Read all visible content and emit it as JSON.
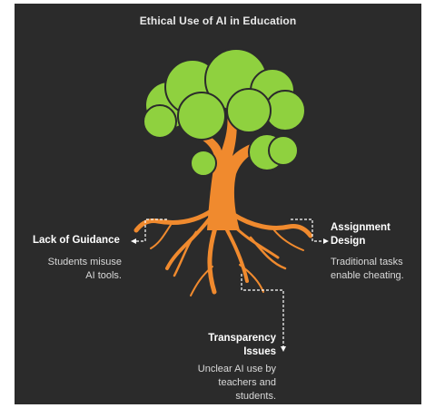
{
  "title": "Ethical Use of AI in Education",
  "colors": {
    "background": "#2b2b2b",
    "foliage": "#8fd13f",
    "trunk": "#f08a2e",
    "connector": "#ffffff"
  },
  "items": [
    {
      "heading": "Lack of Guidance",
      "description_lines": [
        "Students misuse",
        "AI tools."
      ]
    },
    {
      "heading_lines": [
        "Assignment",
        "Design"
      ],
      "description_lines": [
        "Traditional tasks",
        "enable cheating."
      ]
    },
    {
      "heading_lines": [
        "Transparency",
        "Issues"
      ],
      "description_lines": [
        "Unclear AI use by",
        "teachers and",
        "students."
      ]
    }
  ]
}
